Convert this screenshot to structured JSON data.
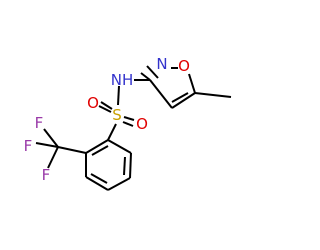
{
  "molecule": {
    "atoms": {
      "nitrogen_amide": "NH",
      "nitrogen_ring": "N",
      "oxygen_ring": "O",
      "sulfur": "S",
      "oxygen_sulfonyl_1": "O",
      "oxygen_sulfonyl_2": "O",
      "fluorine_1": "F",
      "fluorine_2": "F",
      "fluorine_3": "F"
    },
    "colors": {
      "bond": "#000000",
      "nitrogen": "#3333cc",
      "oxygen": "#e00000",
      "sulfur": "#c8a000",
      "fluorine": "#9a3aa8"
    }
  }
}
